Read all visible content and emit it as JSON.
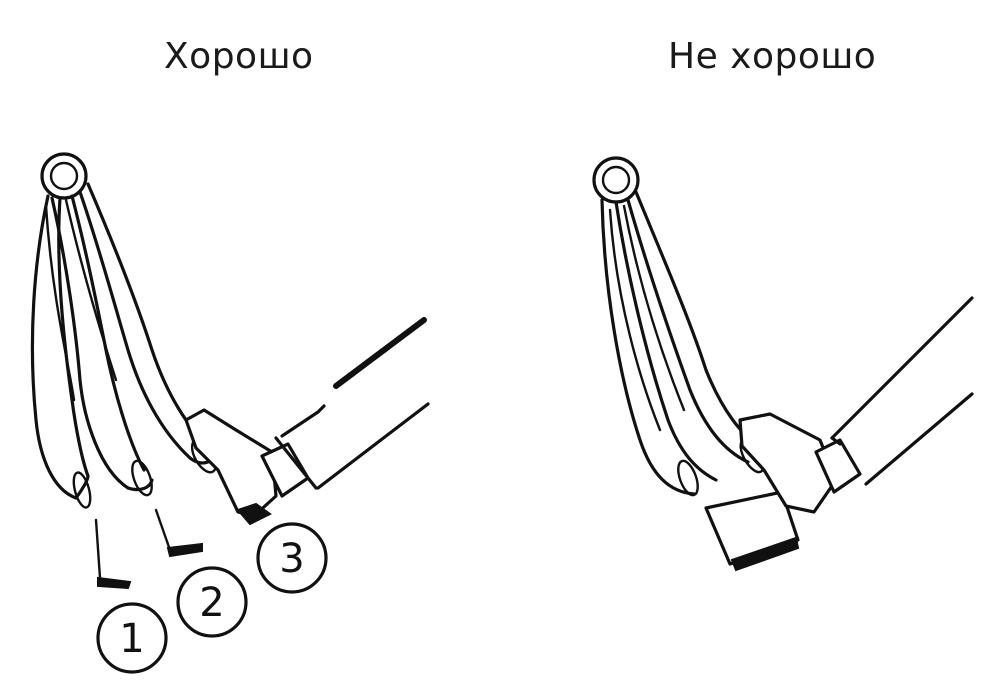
{
  "panels": {
    "good": {
      "title": "Хорошо"
    },
    "bad": {
      "title": "Не хорошо"
    }
  },
  "markers": [
    "1",
    "2",
    "3"
  ]
}
